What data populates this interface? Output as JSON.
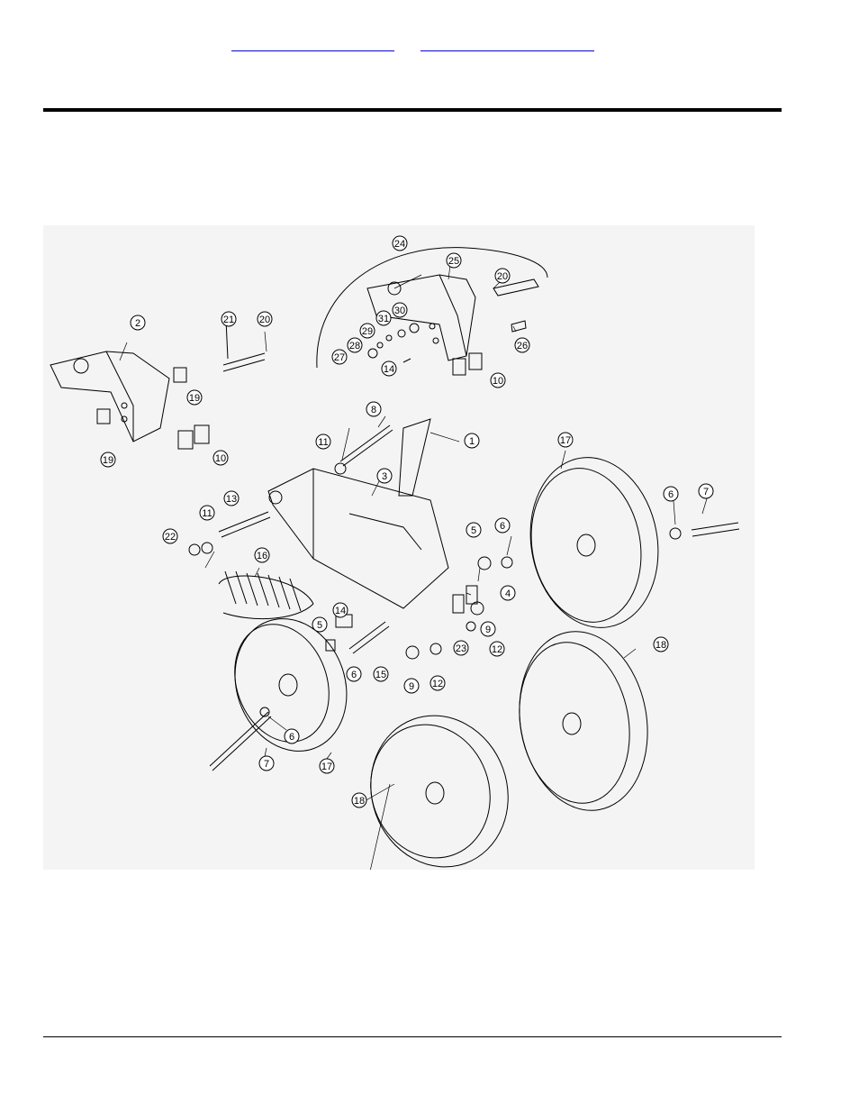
{
  "header": {
    "link_a": "",
    "link_b": ""
  },
  "diagram": {
    "callouts": [
      "1",
      "2",
      "3",
      "4",
      "5",
      "5",
      "6",
      "6",
      "6",
      "6",
      "7",
      "7",
      "8",
      "9",
      "9",
      "10",
      "10",
      "11",
      "11",
      "12",
      "12",
      "13",
      "14",
      "14",
      "15",
      "16",
      "17",
      "17",
      "18",
      "18",
      "19",
      "19",
      "20",
      "20",
      "21",
      "22",
      "23",
      "24",
      "25",
      "26",
      "27",
      "28",
      "29",
      "30",
      "31"
    ]
  }
}
